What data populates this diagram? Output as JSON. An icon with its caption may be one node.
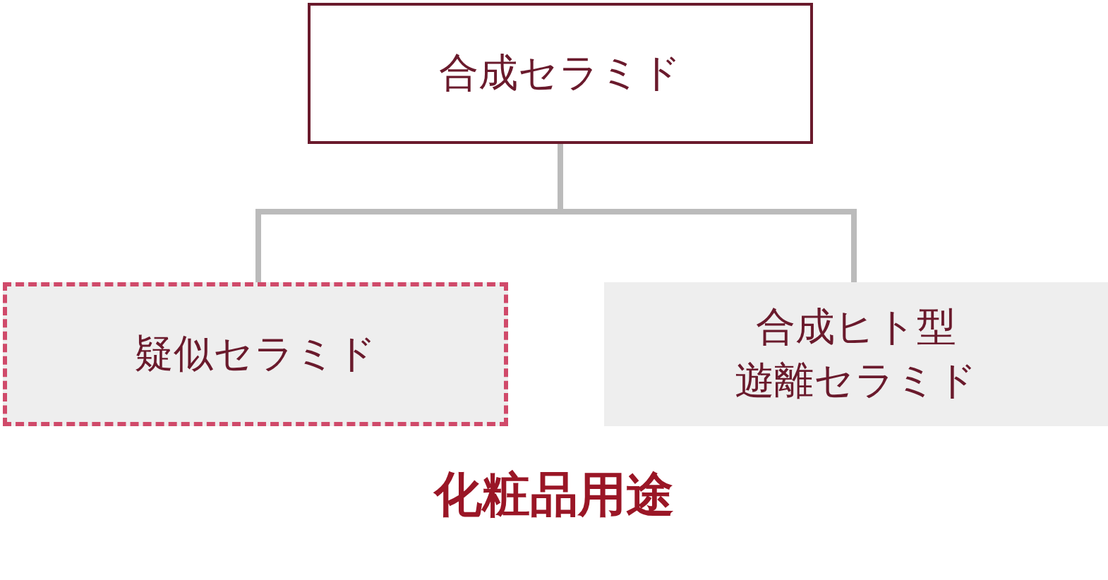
{
  "diagram": {
    "nodes": [
      {
        "text": [
          "合成セラミド"
        ]
      },
      {
        "text": [
          "疑似セラミド"
        ]
      },
      {
        "text": [
          "合成ヒト型遊離セラミド"
        ]
      }
    ],
    "edges": [
      {
        "from": 0,
        "to": 1,
        "arrow": "none"
      },
      {
        "from": 0,
        "to": 2,
        "arrow": "none"
      }
    ],
    "labels": [
      "化粧品用途"
    ]
  }
}
